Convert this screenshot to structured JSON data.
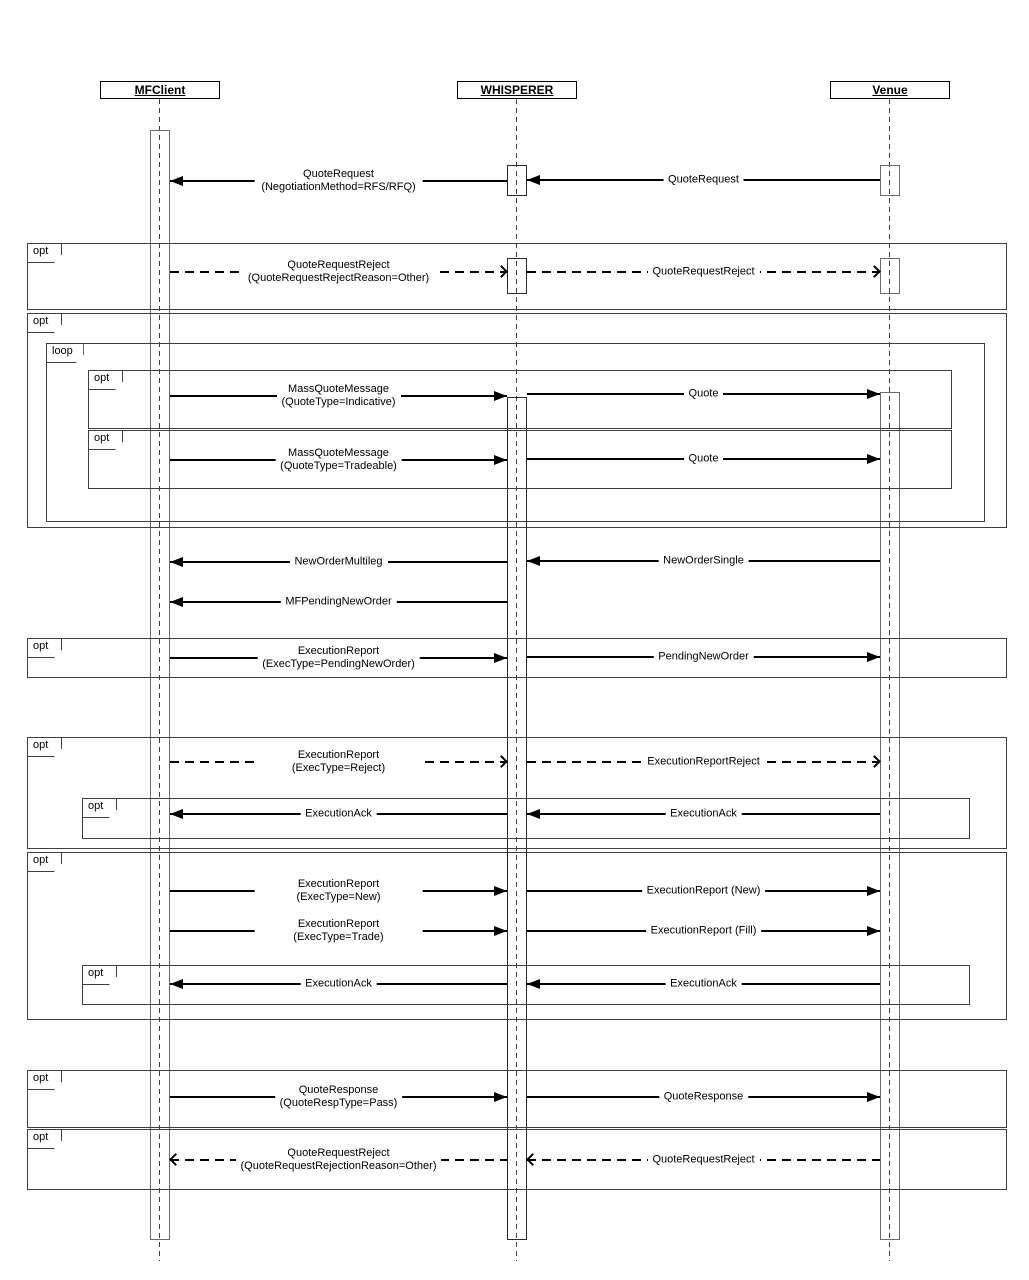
{
  "diagram": {
    "type": "uml-sequence-diagram",
    "colors": {
      "background": "#ffffff",
      "lines": "#000000",
      "activation_border": "#6b6b6b",
      "fragment_border": "#3f3f3f"
    },
    "actors": [
      {
        "id": "mfclient",
        "label": "MFClient"
      },
      {
        "id": "whisperer",
        "label": "WHISPERER"
      },
      {
        "id": "venue",
        "label": "Venue"
      }
    ],
    "fragments": [
      {
        "label": "opt"
      },
      {
        "label": "opt"
      },
      {
        "label": "loop"
      },
      {
        "label": "opt"
      },
      {
        "label": "opt"
      },
      {
        "label": "opt"
      },
      {
        "label": "opt"
      },
      {
        "label": "opt"
      },
      {
        "label": "opt"
      },
      {
        "label": "opt"
      },
      {
        "label": "opt"
      },
      {
        "label": "opt"
      }
    ],
    "messages": [
      {
        "label": "QuoteRequest (NegotiationMethod=RFS/RFQ)",
        "from": "WHISPERER",
        "to": "MFClient",
        "line": "solid",
        "arrow": "filled"
      },
      {
        "label": "QuoteRequest",
        "from": "Venue",
        "to": "WHISPERER",
        "line": "solid",
        "arrow": "filled"
      },
      {
        "label": "QuoteRequestReject\n(QuoteRequestRejectReason=Other)",
        "from": "MFClient",
        "to": "WHISPERER",
        "line": "dashed",
        "arrow": "open"
      },
      {
        "label": "QuoteRequestReject",
        "from": "WHISPERER",
        "to": "Venue",
        "line": "dashed",
        "arrow": "open"
      },
      {
        "label": "MassQuoteMessage\n(QuoteType=Indicative)",
        "from": "MFClient",
        "to": "WHISPERER",
        "line": "solid",
        "arrow": "filled"
      },
      {
        "label": "Quote",
        "from": "WHISPERER",
        "to": "Venue",
        "line": "solid",
        "arrow": "filled"
      },
      {
        "label": "MassQuoteMessage\n(QuoteType=Tradeable)",
        "from": "MFClient",
        "to": "WHISPERER",
        "line": "solid",
        "arrow": "filled"
      },
      {
        "label": "Quote",
        "from": "WHISPERER",
        "to": "Venue",
        "line": "solid",
        "arrow": "filled"
      },
      {
        "label": "NewOrderMultileg",
        "from": "WHISPERER",
        "to": "MFClient",
        "line": "solid",
        "arrow": "filled"
      },
      {
        "label": "NewOrderSingle",
        "from": "Venue",
        "to": "WHISPERER",
        "line": "solid",
        "arrow": "filled"
      },
      {
        "label": "MFPendingNewOrder",
        "from": "WHISPERER",
        "to": "MFClient",
        "line": "solid",
        "arrow": "filled"
      },
      {
        "label": "ExecutionReport\n(ExecType=PendingNewOrder)",
        "from": "MFClient",
        "to": "WHISPERER",
        "line": "solid",
        "arrow": "filled"
      },
      {
        "label": "PendingNewOrder",
        "from": "WHISPERER",
        "to": "Venue",
        "line": "solid",
        "arrow": "filled"
      },
      {
        "label": "ExecutionReport (ExecType=Reject)",
        "from": "MFClient",
        "to": "WHISPERER",
        "line": "dashed",
        "arrow": "open"
      },
      {
        "label": "ExecutionReportReject",
        "from": "WHISPERER",
        "to": "Venue",
        "line": "dashed",
        "arrow": "open"
      },
      {
        "label": "ExecutionAck",
        "from": "WHISPERER",
        "to": "MFClient",
        "line": "solid",
        "arrow": "filled"
      },
      {
        "label": "ExecutionAck",
        "from": "Venue",
        "to": "WHISPERER",
        "line": "solid",
        "arrow": "filled"
      },
      {
        "label": "ExecutionReport (ExecType=New)",
        "from": "MFClient",
        "to": "WHISPERER",
        "line": "solid",
        "arrow": "filled"
      },
      {
        "label": "ExecutionReport (New)",
        "from": "WHISPERER",
        "to": "Venue",
        "line": "solid",
        "arrow": "filled"
      },
      {
        "label": "ExecutionReport (ExecType=Trade)",
        "from": "MFClient",
        "to": "WHISPERER",
        "line": "solid",
        "arrow": "filled"
      },
      {
        "label": "ExecutionReport (Fill)",
        "from": "WHISPERER",
        "to": "Venue",
        "line": "solid",
        "arrow": "filled"
      },
      {
        "label": "ExecutionAck",
        "from": "WHISPERER",
        "to": "MFClient",
        "line": "solid",
        "arrow": "filled"
      },
      {
        "label": "ExecutionAck",
        "from": "Venue",
        "to": "WHISPERER",
        "line": "solid",
        "arrow": "filled"
      },
      {
        "label": "QuoteResponse\n(QuoteRespType=Pass)",
        "from": "MFClient",
        "to": "WHISPERER",
        "line": "solid",
        "arrow": "filled"
      },
      {
        "label": "QuoteResponse",
        "from": "WHISPERER",
        "to": "Venue",
        "line": "solid",
        "arrow": "filled"
      },
      {
        "label": "QuoteRequestReject\n(QuoteRequestRejectionReason=Other)",
        "from": "WHISPERER",
        "to": "MFClient",
        "line": "dashed",
        "arrow": "open"
      },
      {
        "label": "QuoteRequestReject",
        "from": "Venue",
        "to": "WHISPERER",
        "line": "dashed",
        "arrow": "open"
      }
    ]
  }
}
